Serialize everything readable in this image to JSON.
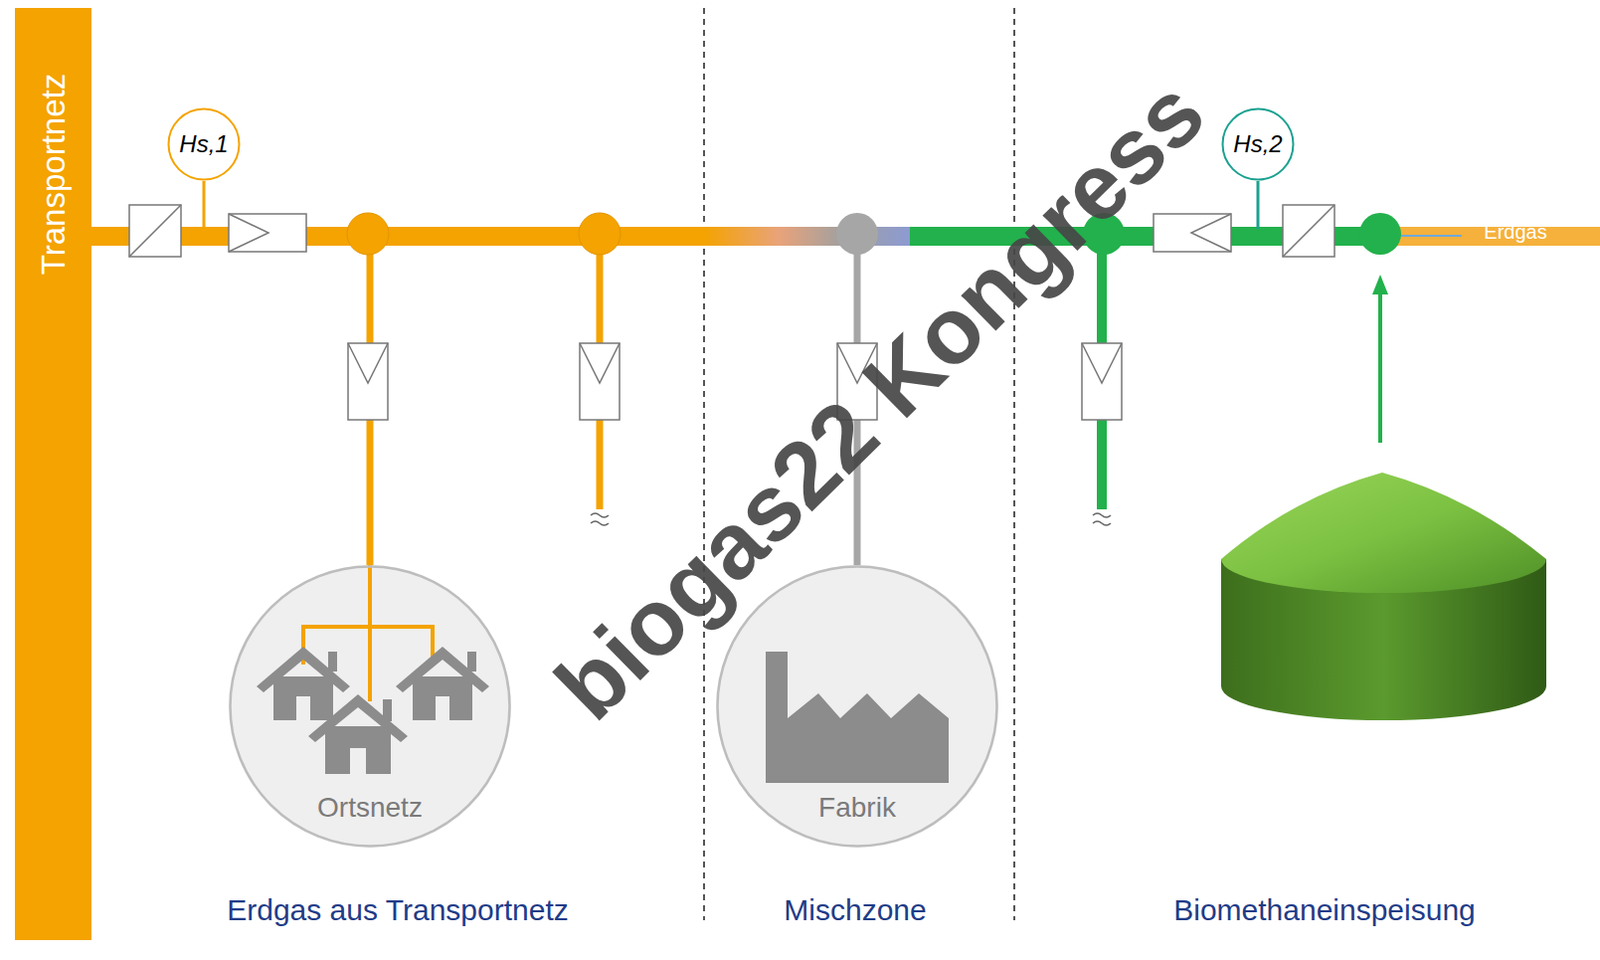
{
  "diagram": {
    "nodes": [
      {
        "text": [
          "Transportnetz"
        ]
      },
      {
        "text": [
          "Hs,1"
        ]
      },
      {
        "text": [
          "Hs,2"
        ]
      },
      {
        "text": [
          "Ortsnetz"
        ]
      },
      {
        "text": [
          "Fabrik"
        ]
      }
    ],
    "edges": [
      {
        "from": 0,
        "to": 3,
        "arrow": "none"
      },
      {
        "from": 0,
        "to": 4,
        "arrow": "none"
      }
    ],
    "labels": [
      "Erdgas",
      "Erdgas aus Transportnetz",
      "Mischzone",
      "Biomethaneinspeisung",
      "biogas22 Kongress"
    ]
  }
}
